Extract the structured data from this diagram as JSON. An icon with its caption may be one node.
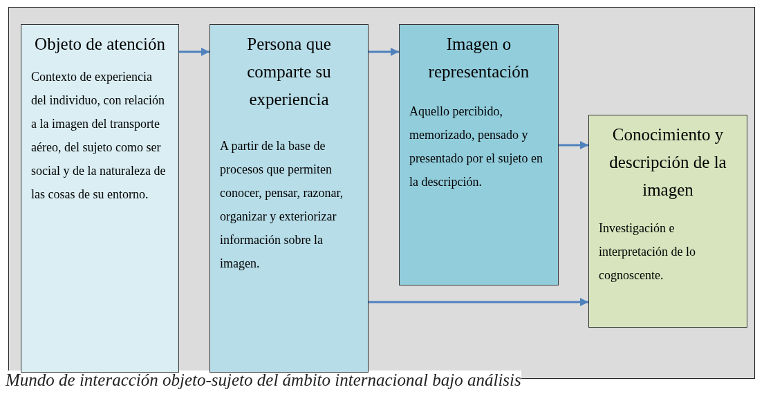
{
  "diagram": {
    "caption": "Mundo de interacción objeto-sujeto del ámbito internacional bajo análisis",
    "nodes": [
      {
        "text": [
          "Objeto de atención",
          "Contexto de experiencia del individuo, con relación a la imagen del transporte aéreo, del sujeto como ser social y de la naturaleza de las cosas de su entorno."
        ]
      },
      {
        "text": [
          "Persona que comparte su experiencia",
          "A partir de la base de procesos que permiten conocer, pensar, razonar, organizar y exteriorizar información sobre la imagen."
        ]
      },
      {
        "text": [
          "Imagen o representación",
          "Aquello percibido, memorizado, pensado y presentado por el sujeto en la descripción."
        ]
      },
      {
        "text": [
          "Conocimiento y descripción de la imagen",
          "Investigación e interpretación de lo cognoscente."
        ]
      }
    ],
    "edges": [
      {
        "from": 0,
        "to": 1,
        "arrow": "to"
      },
      {
        "from": 1,
        "to": 2,
        "arrow": "to"
      },
      {
        "from": 2,
        "to": 3,
        "arrow": "to"
      },
      {
        "from": 1,
        "to": 3,
        "arrow": "to"
      }
    ]
  }
}
